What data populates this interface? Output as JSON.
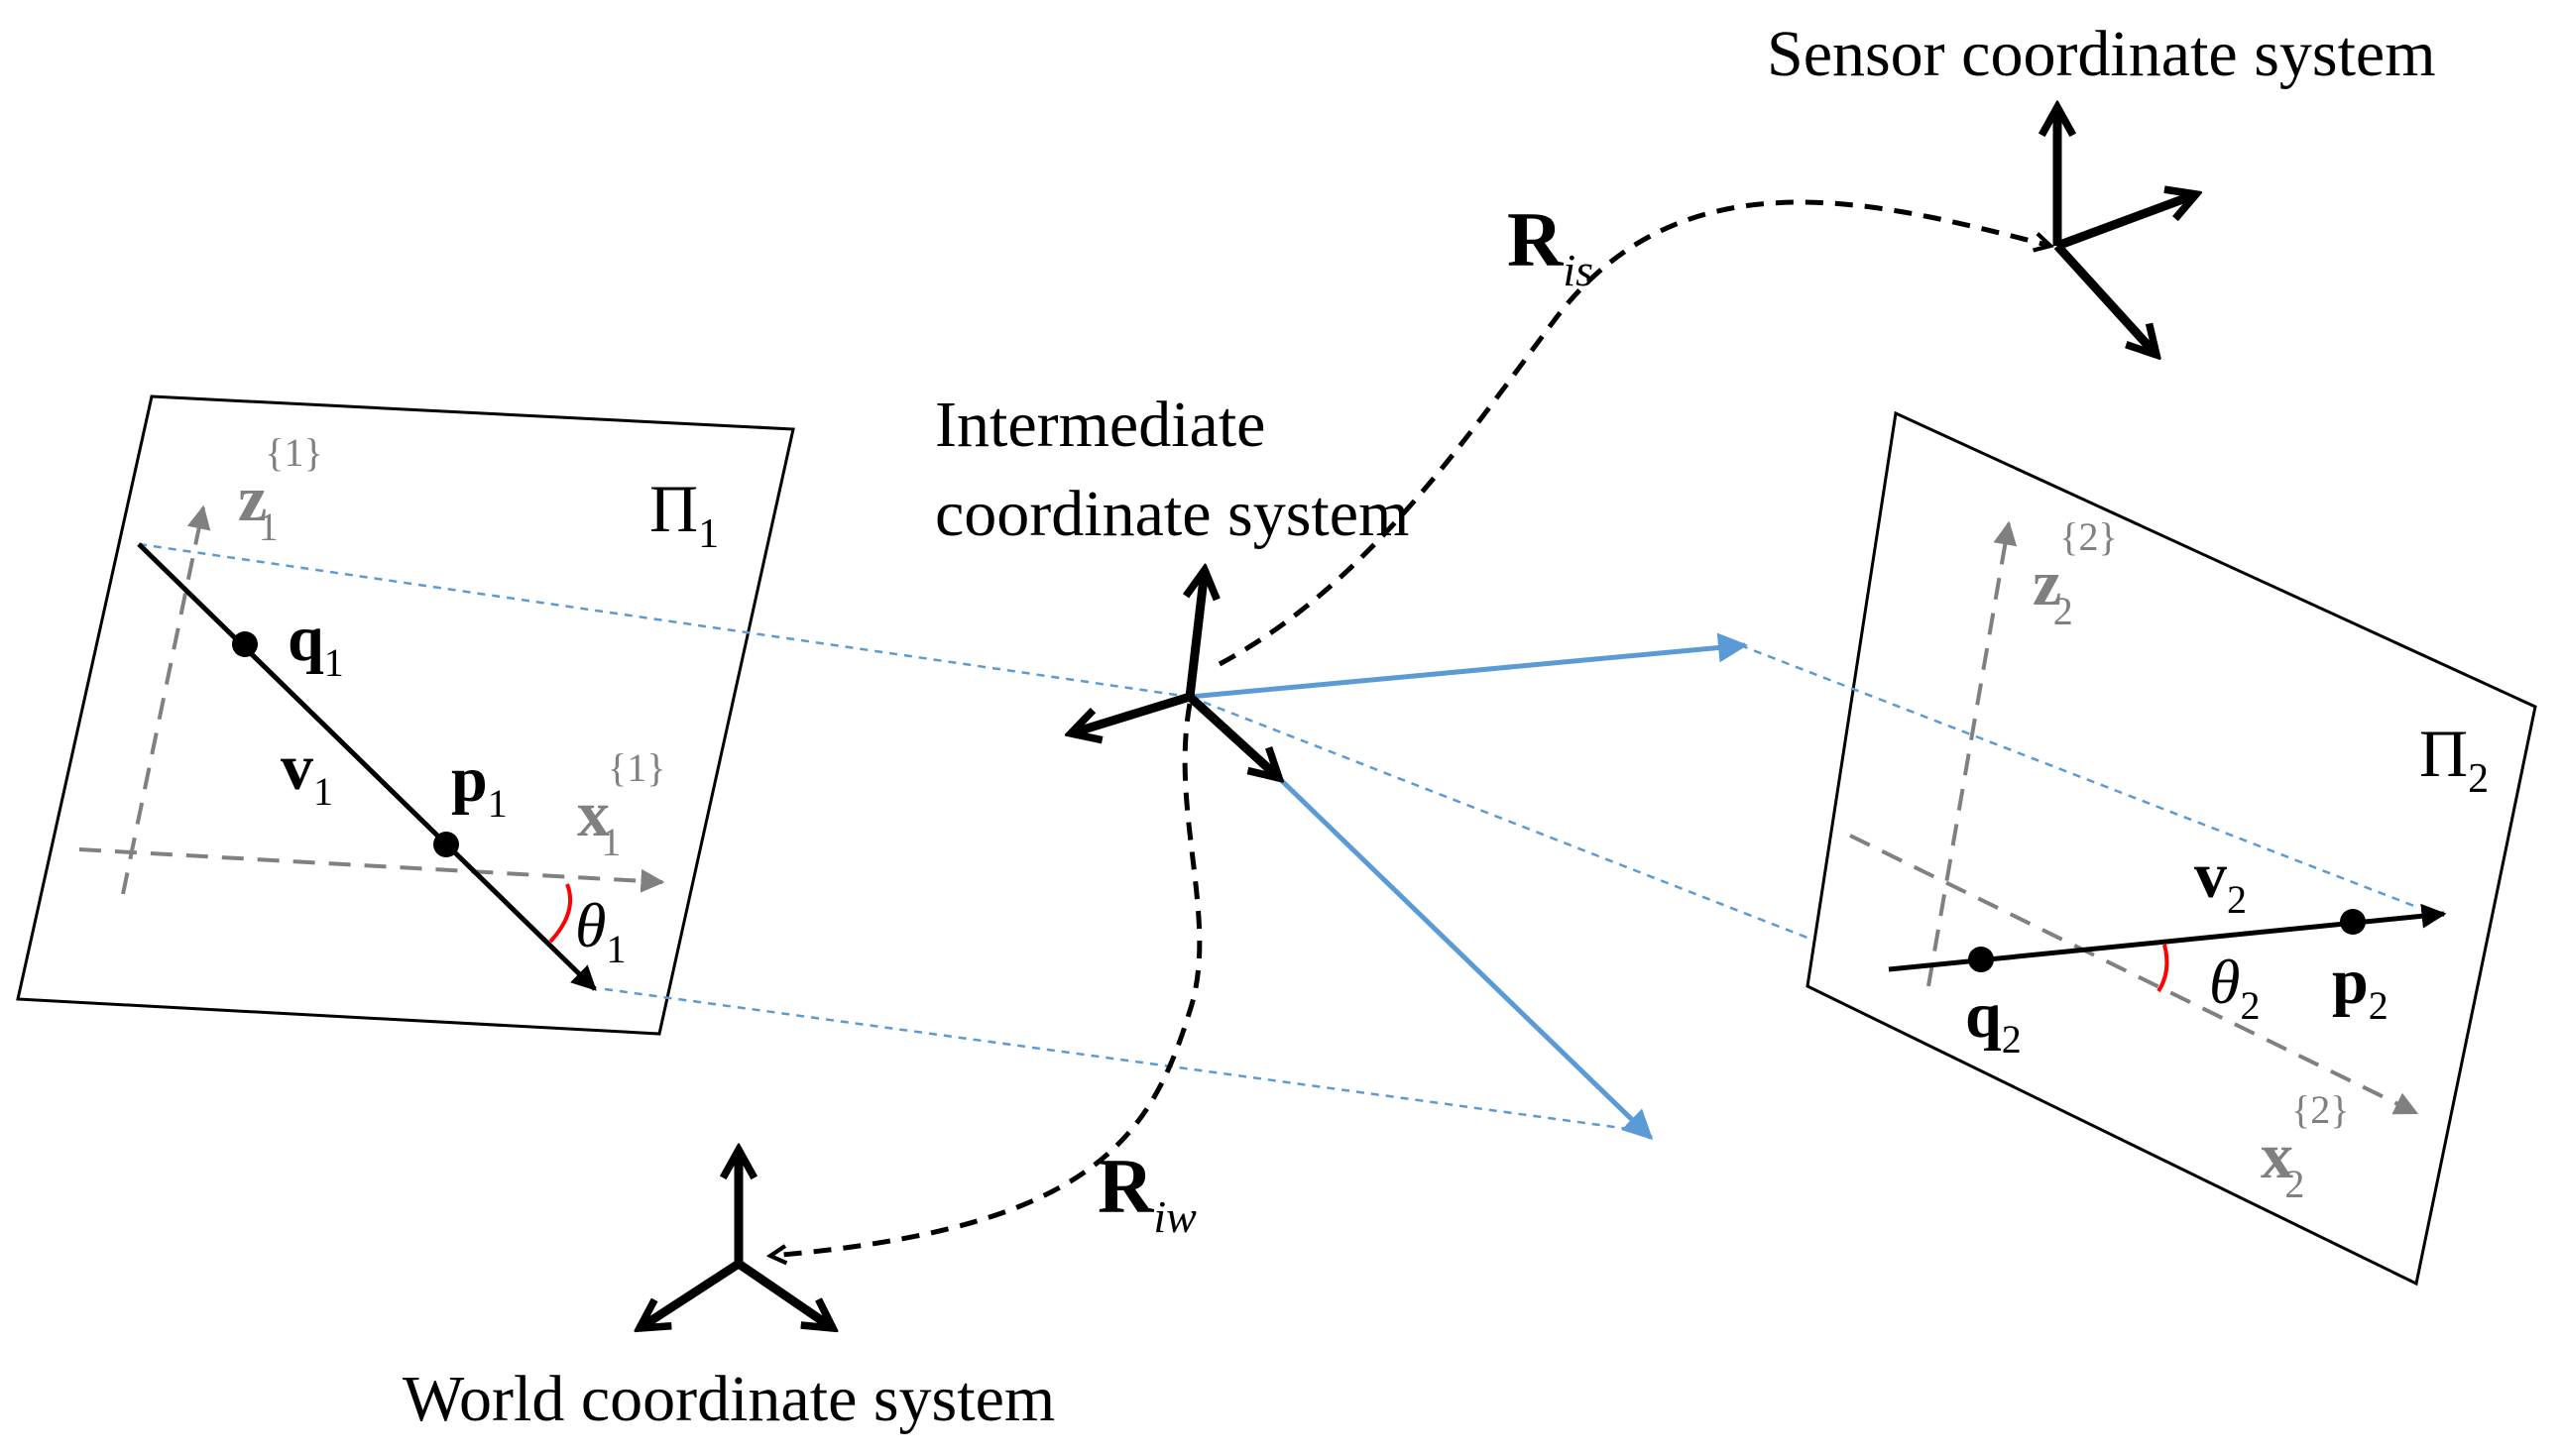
{
  "frames": {
    "sensor": "Sensor coordinate system",
    "intermediate_line1": "Intermediate",
    "intermediate_line2": "coordinate system",
    "world": "World coordinate system"
  },
  "rotations": {
    "is": {
      "symbol": "R",
      "subscript": "is"
    },
    "iw": {
      "symbol": "R",
      "subscript": "iw"
    }
  },
  "plane1": {
    "name": "Π",
    "index": "1",
    "z_axis": {
      "symbol": "z",
      "sub": "1",
      "sup": "{1}"
    },
    "x_axis": {
      "symbol": "x",
      "sub": "1",
      "sup": "{1}"
    },
    "q": {
      "symbol": "q",
      "sub": "1"
    },
    "p": {
      "symbol": "p",
      "sub": "1"
    },
    "v": {
      "symbol": "v",
      "sub": "1"
    },
    "theta": {
      "symbol": "θ",
      "sub": "1"
    }
  },
  "plane2": {
    "name": "Π",
    "index": "2",
    "z_axis": {
      "symbol": "z",
      "sub": "2",
      "sup": "{2}"
    },
    "x_axis": {
      "symbol": "x",
      "sub": "2",
      "sup": "{2}"
    },
    "q": {
      "symbol": "q",
      "sub": "2"
    },
    "p": {
      "symbol": "p",
      "sub": "2"
    },
    "v": {
      "symbol": "v",
      "sub": "2"
    },
    "theta": {
      "symbol": "θ",
      "sub": "2"
    }
  },
  "colors": {
    "axis_gray": "#808080",
    "projection_blue": "#5b9bd5",
    "angle_red": "#ff0000",
    "ink": "#000000"
  }
}
